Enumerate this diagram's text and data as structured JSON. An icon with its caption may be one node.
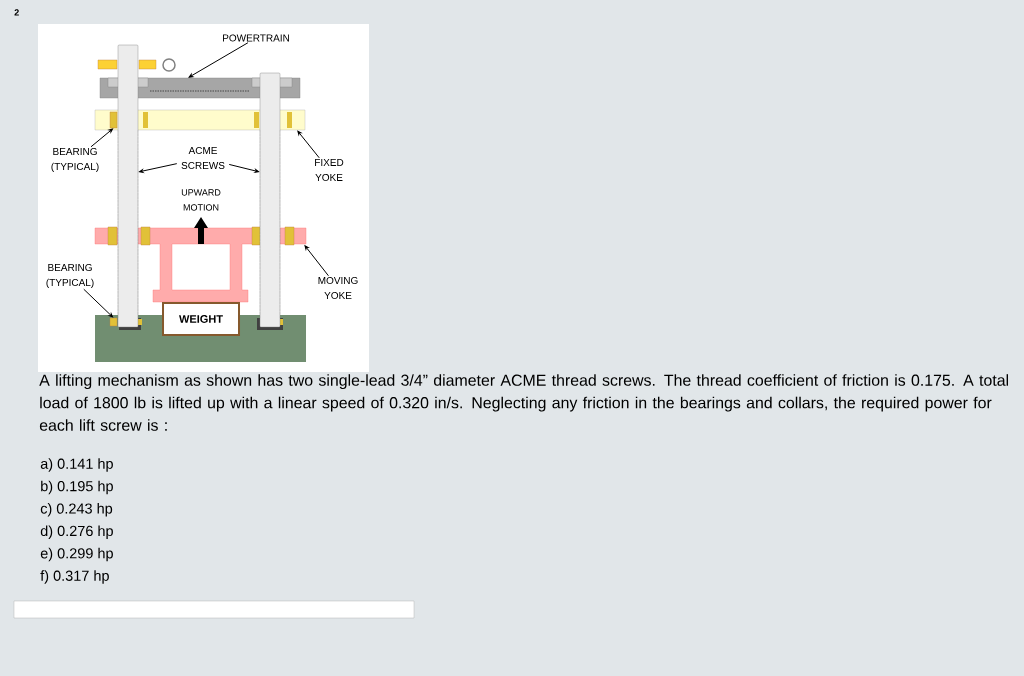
{
  "diagram": {
    "nodes": [
      {
        "text": [
          "POWERTRAIN"
        ]
      },
      {
        "text": [
          "BEARING (TYPICAL)"
        ]
      },
      {
        "text": [
          "ACME SCREWS"
        ]
      },
      {
        "text": [
          "FIXED YOKE"
        ]
      },
      {
        "text": [
          "BEARING (TYPICAL)"
        ]
      },
      {
        "text": [
          "MOVING YOKE"
        ]
      },
      {
        "text": [
          "WEIGHT"
        ]
      },
      {
        "text": [],
        "shape": "box"
      },
      {
        "text": [],
        "shape": "box"
      },
      {
        "text": [],
        "shape": "box",
        "in": 8
      },
      {
        "text": [],
        "shape": "bar"
      },
      {
        "text": [],
        "shape": "bar"
      },
      {
        "text": [],
        "shape": "box"
      },
      {
        "text": [],
        "shape": "box"
      },
      {
        "text": [],
        "shape": "box",
        "in": 13
      }
    ],
    "edges": [
      {
        "from": 0,
        "to": 7,
        "arrow": "to"
      },
      {
        "from": 1,
        "to": 9,
        "arrow": "to"
      },
      {
        "from": 2,
        "to": 10,
        "arrow": "to"
      },
      {
        "from": 2,
        "to": 11,
        "arrow": "to"
      },
      {
        "from": 3,
        "to": 8,
        "arrow": "to"
      },
      {
        "from": 4,
        "to": 14,
        "arrow": "to"
      },
      {
        "from": 5,
        "to": 12,
        "arrow": "to"
      }
    ],
    "labels": [
      "2",
      "UPWARD MOTION",
      "A lifting mechanism as shown has two single-lead 3/4” diameter ACME thread screws.  The thread coefficient of friction is 0.175.  A total load of 1800 lb is lifted up with a linear speed of 0.320 in/s.  Neglecting any friction in the bearings and collars, the required power for each lift screw is :",
      "a) 0.141 hp",
      "b) 0.195 hp",
      "c) 0.243 hp",
      "d) 0.276 hp",
      "e) 0.299 hp",
      "f) 0.317 hp"
    ]
  }
}
